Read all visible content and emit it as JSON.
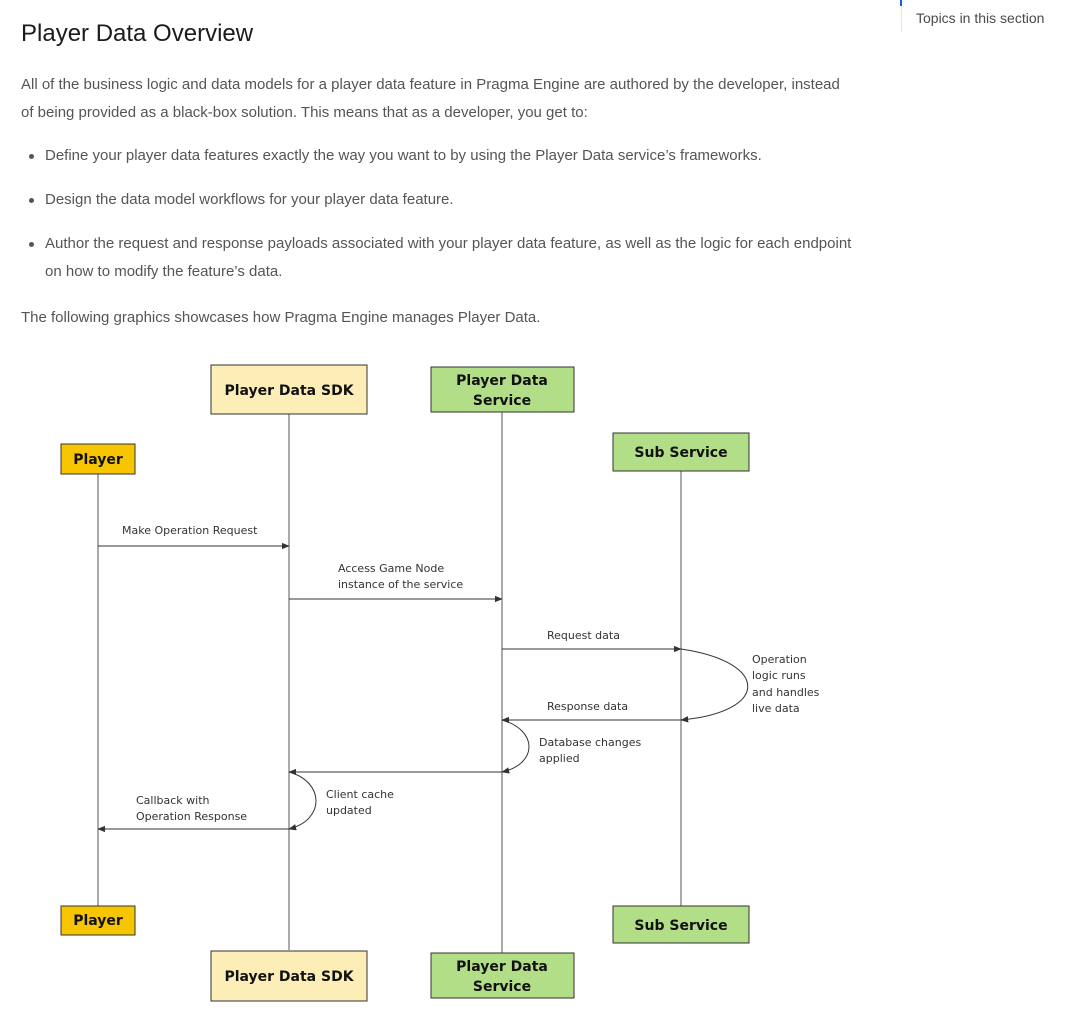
{
  "toc": {
    "title": "Topics in this section"
  },
  "page": {
    "title": "Player Data Overview",
    "intro": "All of the business logic and data models for a player data feature in Pragma Engine are authored by the developer, instead of being provided as a black-box solution. This means that as a developer, you get to:",
    "bullets": [
      "Define your player data features exactly the way you want to by using the Player Data service’s frameworks.",
      "Design the data model workflows for your player data feature.",
      "Author the request and response payloads associated with your player data feature, as well as the logic for each endpoint on how to modify the feature’s data."
    ],
    "outro": "The following graphics showcases how Pragma Engine manages Player Data."
  },
  "diagram": {
    "participants": {
      "player": {
        "label": "Player",
        "color": "#f7c600"
      },
      "sdk": {
        "label": "Player Data SDK",
        "color": "#fdeeb8"
      },
      "service": {
        "line1": "Player Data",
        "line2": "Service",
        "color": "#b2de88"
      },
      "sub": {
        "label": "Sub Service",
        "color": "#b2de88"
      }
    },
    "messages": {
      "m1": {
        "line1": "Make Operation Request"
      },
      "m2": {
        "line1": "Access Game Node",
        "line2": "instance of the service"
      },
      "m3": {
        "line1": "Request data"
      },
      "n1": {
        "line1": "Operation",
        "line2": "logic runs",
        "line3": "and handles",
        "line4": "live data"
      },
      "m4": {
        "line1": "Response data"
      },
      "n2": {
        "line1": "Database changes",
        "line2": "applied"
      },
      "n3": {
        "line1": "Client cache",
        "line2": "updated"
      },
      "m5": {
        "line1": "Callback with",
        "line2": "Operation Response"
      }
    }
  }
}
